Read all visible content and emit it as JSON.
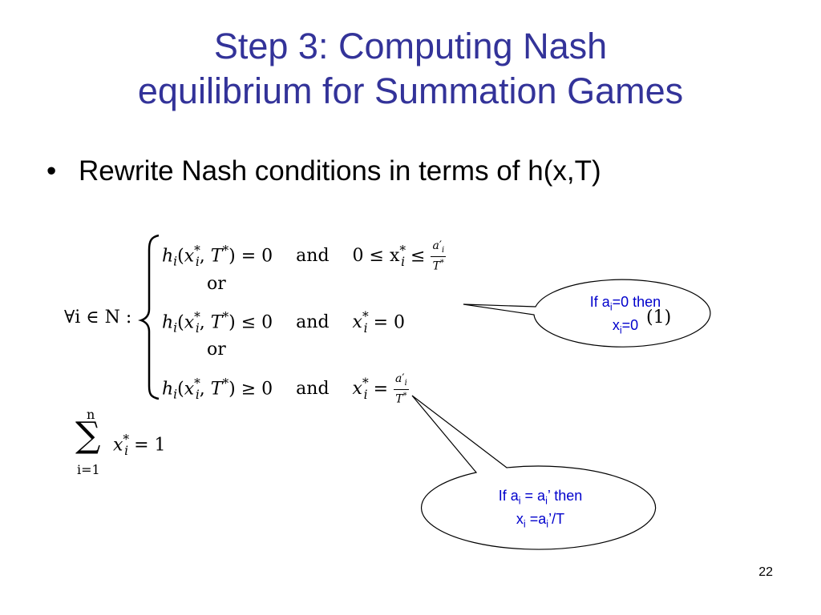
{
  "slide": {
    "title_line1": "Step 3: Computing Nash",
    "title_line2": "equilibrium for Summation Games",
    "bullet_marker": "•",
    "bullet_text": "Rewrite Nash conditions in terms of h(x,T)",
    "page_number": "22"
  },
  "equation": {
    "quantifier": "∀i ∈ N :",
    "case1_lhs": "h",
    "case1_rel": "= 0",
    "case1_and": "and",
    "case1_cond": "0 ≤ x",
    "case1_cond2": "≤",
    "or1": "or",
    "case2_rel": "≤ 0",
    "case2_and": "and",
    "case2_cond_rhs": "= 0",
    "or2": "or",
    "case3_rel": "≥ 0",
    "case3_and": "and",
    "case3_cond_rhs": "=",
    "eq_number": "(1)",
    "sum_upper": "n",
    "sum_lower": "i=1",
    "sum_rhs": "= 1"
  },
  "callouts": {
    "top": {
      "line1": "If a",
      "sub1": "i",
      "line1_end": "=0 then",
      "line2": "x",
      "sub2": "i",
      "line2_end": "=0"
    },
    "bottom": {
      "line1a": "If a",
      "sub1a": "i",
      "line1b": " = a",
      "sub1b": "i",
      "line1c": "’ then",
      "line2a": "x",
      "sub2a": "i",
      "line2b": " =a",
      "sub2b": "i",
      "line2c": "’/T"
    }
  },
  "colors": {
    "title": "#333399",
    "callout_text": "#0000cc"
  }
}
